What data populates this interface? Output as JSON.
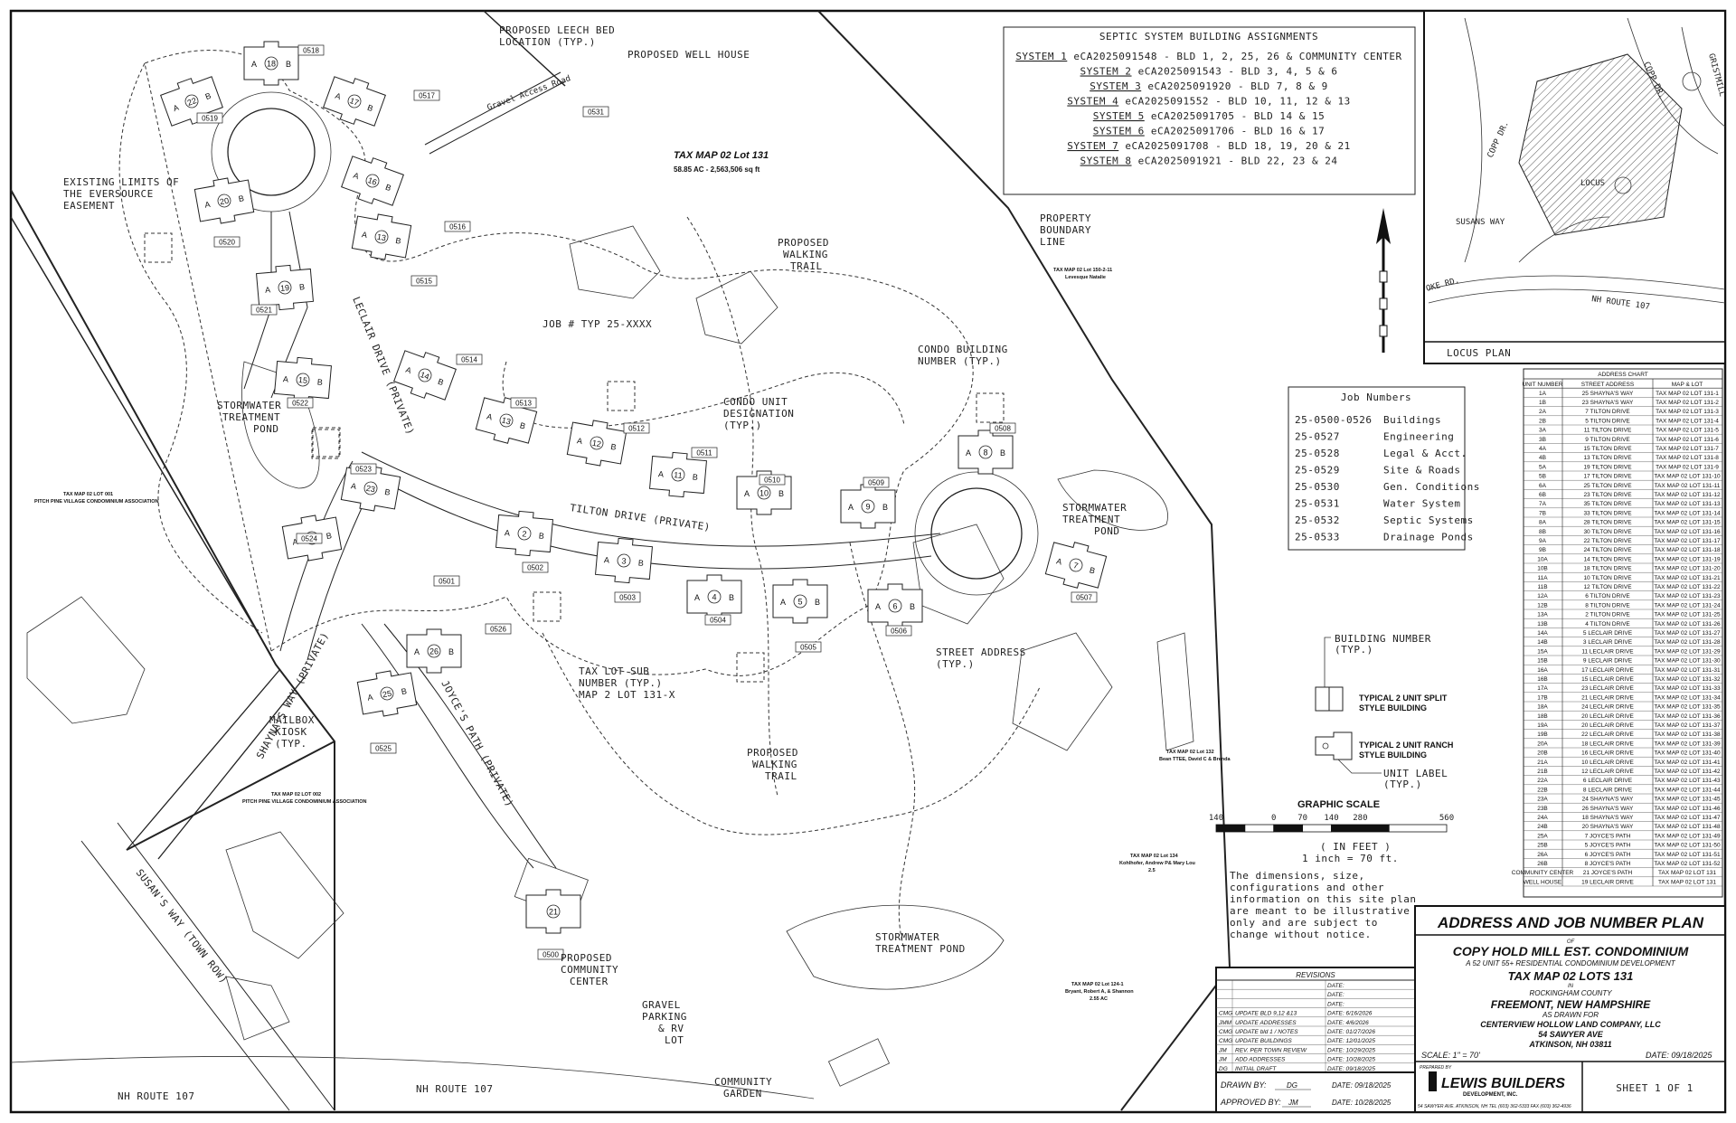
{
  "septic": {
    "title": "SEPTIC SYSTEM BUILDING ASSIGNMENTS",
    "rows": [
      {
        "system": "SYSTEM 1",
        "text": "eCA2025091548 - BLD 1, 2, 25, 26 & COMMUNITY CENTER"
      },
      {
        "system": "SYSTEM 2",
        "text": "eCA2025091543 - BLD 3, 4, 5 & 6"
      },
      {
        "system": "SYSTEM 3",
        "text": "eCA2025091920 - BLD 7, 8 & 9"
      },
      {
        "system": "SYSTEM 4",
        "text": "eCA2025091552 - BLD 10, 11, 12 & 13"
      },
      {
        "system": "SYSTEM 5",
        "text": "eCA2025091705 - BLD 14 & 15"
      },
      {
        "system": "SYSTEM 6",
        "text": "eCA2025091706 - BLD 16 & 17"
      },
      {
        "system": "SYSTEM 7",
        "text": "eCA2025091708 - BLD 18, 19, 20 & 21"
      },
      {
        "system": "SYSTEM 8",
        "text": "eCA2025091921 - BLD 22, 23 & 24"
      }
    ]
  },
  "locus": {
    "title": "LOCUS PLAN",
    "labels": [
      "COPP DR.",
      "COPP DR.",
      "GRISTMILL",
      "SUSANS WAY",
      "LOCUS",
      "NH ROUTE 107",
      "OKE RD."
    ]
  },
  "jobs": {
    "title": "Job Numbers",
    "rows": [
      {
        "num": "25-0500-0526",
        "desc": "Buildings"
      },
      {
        "num": "25-0527",
        "desc": "Engineering"
      },
      {
        "num": "25-0528",
        "desc": "Legal & Acct."
      },
      {
        "num": "25-0529",
        "desc": "Site & Roads"
      },
      {
        "num": "25-0530",
        "desc": "Gen. Conditions"
      },
      {
        "num": "25-0531",
        "desc": "Water System"
      },
      {
        "num": "25-0532",
        "desc": "Septic Systems"
      },
      {
        "num": "25-0533",
        "desc": "Drainage Ponds"
      }
    ]
  },
  "address_chart": {
    "title": "ADDRESS CHART",
    "headers": [
      "UNIT NUMBER",
      "STREET ADDRESS",
      "MAP & LOT"
    ],
    "rows": [
      [
        "1A",
        "25 SHAYNA'S WAY",
        "TAX MAP 02 LOT 131-1"
      ],
      [
        "1B",
        "23 SHAYNA'S WAY",
        "TAX MAP 02 LOT 131-2"
      ],
      [
        "2A",
        "7 TILTON DRIVE",
        "TAX MAP 02 LOT 131-3"
      ],
      [
        "2B",
        "5 TILTON DRIVE",
        "TAX MAP 02 LOT 131-4"
      ],
      [
        "3A",
        "11 TILTON DRIVE",
        "TAX MAP 02 LOT 131-5"
      ],
      [
        "3B",
        "9 TILTON DRIVE",
        "TAX MAP 02 LOT 131-6"
      ],
      [
        "4A",
        "15 TILTON DRIVE",
        "TAX MAP 02 LOT 131-7"
      ],
      [
        "4B",
        "13 TILTON DRIVE",
        "TAX MAP 02 LOT 131-8"
      ],
      [
        "5A",
        "19 TILTON DRIVE",
        "TAX MAP 02 LOT 131-9"
      ],
      [
        "5B",
        "17 TILTON DRIVE",
        "TAX MAP 02 LOT 131-10"
      ],
      [
        "6A",
        "25 TILTON DRIVE",
        "TAX MAP 02 LOT 131-11"
      ],
      [
        "6B",
        "23 TILTON DRIVE",
        "TAX MAP 02 LOT 131-12"
      ],
      [
        "7A",
        "35 TILTON DRIVE",
        "TAX MAP 02 LOT 131-13"
      ],
      [
        "7B",
        "33 TILTON DRIVE",
        "TAX MAP 02 LOT 131-14"
      ],
      [
        "8A",
        "28 TILTON DRIVE",
        "TAX MAP 02 LOT 131-15"
      ],
      [
        "8B",
        "30 TILTON DRIVE",
        "TAX MAP 02 LOT 131-16"
      ],
      [
        "9A",
        "22 TILTON DRIVE",
        "TAX MAP 02 LOT 131-17"
      ],
      [
        "9B",
        "24 TILTON DRIVE",
        "TAX MAP 02 LOT 131-18"
      ],
      [
        "10A",
        "14 TILTON DRIVE",
        "TAX MAP 02 LOT 131-19"
      ],
      [
        "10B",
        "18 TILTON DRIVE",
        "TAX MAP 02 LOT 131-20"
      ],
      [
        "11A",
        "10 TILTON DRIVE",
        "TAX MAP 02 LOT 131-21"
      ],
      [
        "11B",
        "12 TILTON DRIVE",
        "TAX MAP 02 LOT 131-22"
      ],
      [
        "12A",
        "6 TILTON DRIVE",
        "TAX MAP 02 LOT 131-23"
      ],
      [
        "12B",
        "8 TILTON DRIVE",
        "TAX MAP 02 LOT 131-24"
      ],
      [
        "13A",
        "2 TILTON DRIVE",
        "TAX MAP 02 LOT 131-25"
      ],
      [
        "13B",
        "4 TILTON DRIVE",
        "TAX MAP 02 LOT 131-26"
      ],
      [
        "14A",
        "5 LECLAIR DRIVE",
        "TAX MAP 02 LOT 131-27"
      ],
      [
        "14B",
        "3 LECLAIR DRIVE",
        "TAX MAP 02 LOT 131-28"
      ],
      [
        "15A",
        "11 LECLAIR DRIVE",
        "TAX MAP 02 LOT 131-29"
      ],
      [
        "15B",
        "9 LECLAIR DRIVE",
        "TAX MAP 02 LOT 131-30"
      ],
      [
        "16A",
        "17 LECLAIR DRIVE",
        "TAX MAP 02 LOT 131-31"
      ],
      [
        "16B",
        "15 LECLAIR DRIVE",
        "TAX MAP 02 LOT 131-32"
      ],
      [
        "17A",
        "23 LECLAIR DRIVE",
        "TAX MAP 02 LOT 131-33"
      ],
      [
        "17B",
        "21 LECLAIR DRIVE",
        "TAX MAP 02 LOT 131-34"
      ],
      [
        "18A",
        "24 LECLAIR DRIVE",
        "TAX MAP 02 LOT 131-35"
      ],
      [
        "18B",
        "20 LECLAIR DRIVE",
        "TAX MAP 02 LOT 131-36"
      ],
      [
        "19A",
        "20 LECLAIR DRIVE",
        "TAX MAP 02 LOT 131-37"
      ],
      [
        "19B",
        "22 LECLAIR DRIVE",
        "TAX MAP 02 LOT 131-38"
      ],
      [
        "20A",
        "18 LECLAIR DRIVE",
        "TAX MAP 02 LOT 131-39"
      ],
      [
        "20B",
        "16 LECLAIR DRIVE",
        "TAX MAP 02 LOT 131-40"
      ],
      [
        "21A",
        "10 LECLAIR DRIVE",
        "TAX MAP 02 LOT 131-41"
      ],
      [
        "21B",
        "12 LECLAIR DRIVE",
        "TAX MAP 02 LOT 131-42"
      ],
      [
        "22A",
        "6 LECLAIR DRIVE",
        "TAX MAP 02 LOT 131-43"
      ],
      [
        "22B",
        "8 LECLAIR DRIVE",
        "TAX MAP 02 LOT 131-44"
      ],
      [
        "23A",
        "24 SHAYNA'S WAY",
        "TAX MAP 02 LOT 131-45"
      ],
      [
        "23B",
        "26 SHAYNA'S WAY",
        "TAX MAP 02 LOT 131-46"
      ],
      [
        "24A",
        "18 SHAYNA'S WAY",
        "TAX MAP 02 LOT 131-47"
      ],
      [
        "24B",
        "20 SHAYNA'S WAY",
        "TAX MAP 02 LOT 131-48"
      ],
      [
        "25A",
        "7 JOYCE'S PATH",
        "TAX MAP 02 LOT 131-49"
      ],
      [
        "25B",
        "5 JOYCE'S PATH",
        "TAX MAP 02 LOT 131-50"
      ],
      [
        "26A",
        "6 JOYCE'S PATH",
        "TAX MAP 02 LOT 131-51"
      ],
      [
        "26B",
        "8 JOYCE'S PATH",
        "TAX MAP 02 LOT 131-52"
      ],
      [
        "COMMUNITY CENTER",
        "21 JOYCE'S PATH",
        "TAX MAP 02 LOT 131"
      ],
      [
        "WELL HOUSE",
        "19 LECLAIR DRIVE",
        "TAX MAP 02 LOT 131"
      ]
    ]
  },
  "legend": {
    "building_number": "BUILDING NUMBER",
    "building_number_typ": "(TYP.)",
    "split": "TYPICAL 2 UNIT SPLIT",
    "split2": "STYLE BUILDING",
    "ranch": "TYPICAL 2 UNIT RANCH",
    "ranch2": "STYLE BUILDING",
    "unit_label": "UNIT LABEL",
    "unit_label_typ": "(TYP.)"
  },
  "scale": {
    "title": "GRAPHIC SCALE",
    "ticks": [
      "140",
      "0",
      "70",
      "140",
      "280",
      "560"
    ],
    "unit": "( IN FEET )",
    "ratio": "1 inch = 70 ft."
  },
  "disclaimer": [
    "The dimensions, size,",
    "configurations and other",
    "information on this site plan",
    "are meant to be illustrative",
    "only and are subject to",
    "change without notice."
  ],
  "revisions": {
    "title": "REVISIONS",
    "rows": [
      {
        "by": "",
        "desc": "",
        "date": "DATE:"
      },
      {
        "by": "",
        "desc": "",
        "date": "DATE:"
      },
      {
        "by": "",
        "desc": "",
        "date": "DATE:"
      },
      {
        "by": "CMG",
        "desc": "UPDATE BLD 9,12 &13",
        "date": "DATE: 6/16/2026"
      },
      {
        "by": "JMM",
        "desc": "UPDATE ADDRESSES",
        "date": "DATE: 4/6/2026"
      },
      {
        "by": "CMG",
        "desc": "UPDATE bld 1 / NOTES",
        "date": "DATE: 01/27/2026"
      },
      {
        "by": "CMG",
        "desc": "UPDATE BUILDINGS",
        "date": "DATE: 12/01/2025"
      },
      {
        "by": "JM",
        "desc": "REV. PER TOWN REVIEW",
        "date": "DATE: 10/29/2025"
      },
      {
        "by": "JM",
        "desc": "ADD ADDRESSES",
        "date": "DATE: 10/28/2025"
      },
      {
        "by": "DG",
        "desc": "INITIAL DRAFT",
        "date": "DATE: 09/18/2025"
      }
    ],
    "drawn_by_label": "DRAWN BY:",
    "drawn_by": "DG",
    "drawn_date": "DATE: 09/18/2025",
    "approved_by_label": "APPROVED BY:",
    "approved_by": "JM",
    "approved_date": "DATE: 10/28/2025"
  },
  "title_block": {
    "plan": "ADDRESS AND JOB NUMBER PLAN",
    "of": "OF",
    "project": "COPY HOLD MILL EST. CONDOMINIUM",
    "sub": "A 52 UNIT 55+ RESIDENTIAL CONDOMINIUM DEVELOPMENT",
    "tax": "TAX MAP 02 LOTS  131",
    "in": "IN",
    "county": "ROCKINGHAM COUNTY",
    "town": "FREEMONT, NEW HAMPSHIRE",
    "drawn_for": "AS DRAWN FOR",
    "client": "CENTERVIEW HOLLOW LAND COMPANY, LLC",
    "addr1": "54 SAWYER AVE",
    "addr2": "ATKINSON, NH 03811",
    "scale": "SCALE: 1\" = 70'",
    "date": "DATE: 09/18/2025",
    "sheet": "SHEET 1 OF 1",
    "prepared_by": "PREPARED BY",
    "company": "LEWIS BUILDERS",
    "company_sub": "DEVELOPMENT, INC.",
    "company_addr": "54 SAWYER AVE. ATKINSON, NH  TEL (603) 362-5333  FAX (603) 362-4936"
  },
  "map": {
    "tax_lot": "TAX MAP 02 Lot 131",
    "tax_lot_area": "58.85 AC - 2,563,506 sq ft",
    "notes": {
      "leech": [
        "PROPOSED LEECH BED",
        "LOCATION (TYP.)"
      ],
      "well": "PROPOSED WELL HOUSE",
      "eversource": [
        "EXISTING LIMITS OF",
        "THE EVERSOURCE",
        "EASEMENT"
      ],
      "stormwater_w": [
        "STORMWATER",
        "TREATMENT",
        "POND"
      ],
      "stormwater_e": [
        "STORMWATER",
        "TREATMENT",
        "POND"
      ],
      "stormwater_s": [
        "STORMWATER",
        "TREATMENT POND"
      ],
      "walking_n": [
        "PROPOSED",
        "WALKING",
        "TRAIL"
      ],
      "walking_s": [
        "PROPOSED",
        "WALKING",
        "TRAIL"
      ],
      "property": [
        "PROPERTY",
        "BOUNDARY",
        "LINE"
      ],
      "job_typ": "JOB # TYP 25-XXXX",
      "condo_bldg": [
        "CONDO BUILDING",
        "NUMBER (TYP.)"
      ],
      "condo_unit": [
        "CONDO UNIT",
        "DESIGNATION",
        "(TYP.)"
      ],
      "street_addr": [
        "STREET ADDRESS",
        "(TYP.)"
      ],
      "tax_sub": [
        "TAX LOT SUB",
        "NUMBER (TYP.)",
        "MAP 2 LOT 131-X"
      ],
      "mailbox": [
        "MAILBOX",
        "KIOSK",
        "(TYP."
      ],
      "community": [
        "PROPOSED",
        "COMMUNITY",
        "CENTER"
      ],
      "gravel": [
        "GRAVEL",
        "PARKING",
        "& RV",
        "LOT"
      ],
      "garden": [
        "COMMUNITY",
        "GARDEN"
      ],
      "access": "Gravel Access Road"
    },
    "roads": {
      "leclair": "LECLAIR DRIVE (PRIVATE)",
      "tilton": "TILTON DRIVE (PRIVATE)",
      "shayna": "SHAYNA'S WAY (PRIVATE)",
      "joyce": "JOYCE'S PATH (PRIVATE)",
      "susan": "SUSAN'S WAY (TOWN ROW)",
      "nh107a": "NH ROUTE 107",
      "nh107b": "NH ROUTE 107"
    },
    "abutters": {
      "pitch1": [
        "TAX MAP 02 LOT 001",
        "PITCH PINE VILLAGE CONDOMINIUM ASSOCIATION"
      ],
      "pitch2": [
        "TAX MAP 02 LOT 002",
        "PITCH PINE VILLAGE CONDOMINIUM ASSOCIATION"
      ],
      "levesque": [
        "TAX MAP 02 Lot 150-2-11",
        "Levesque Natalie"
      ],
      "bean": [
        "TAX MAP 02 Lot 132",
        "Bean TTEE, David C & Brenda"
      ],
      "kohlhofer": [
        "TAX MAP 02 Lot 134",
        "Kohlhofer, Andrew P& Mary Lou",
        "2.5"
      ],
      "bryant": [
        "TAX MAP 02 Lot 124-1",
        "Bryant, Robert A, & Shannon",
        "2.55 AC"
      ]
    },
    "job_labels": [
      "0500",
      "0501",
      "0502",
      "0503",
      "0504",
      "0505",
      "0506",
      "0507",
      "0508",
      "0509",
      "0510",
      "0511",
      "0512",
      "0513",
      "0514",
      "0515",
      "0516",
      "0517",
      "0518",
      "0519",
      "0520",
      "0521",
      "0522",
      "0523",
      "0524",
      "0525",
      "0526",
      "0531"
    ]
  }
}
